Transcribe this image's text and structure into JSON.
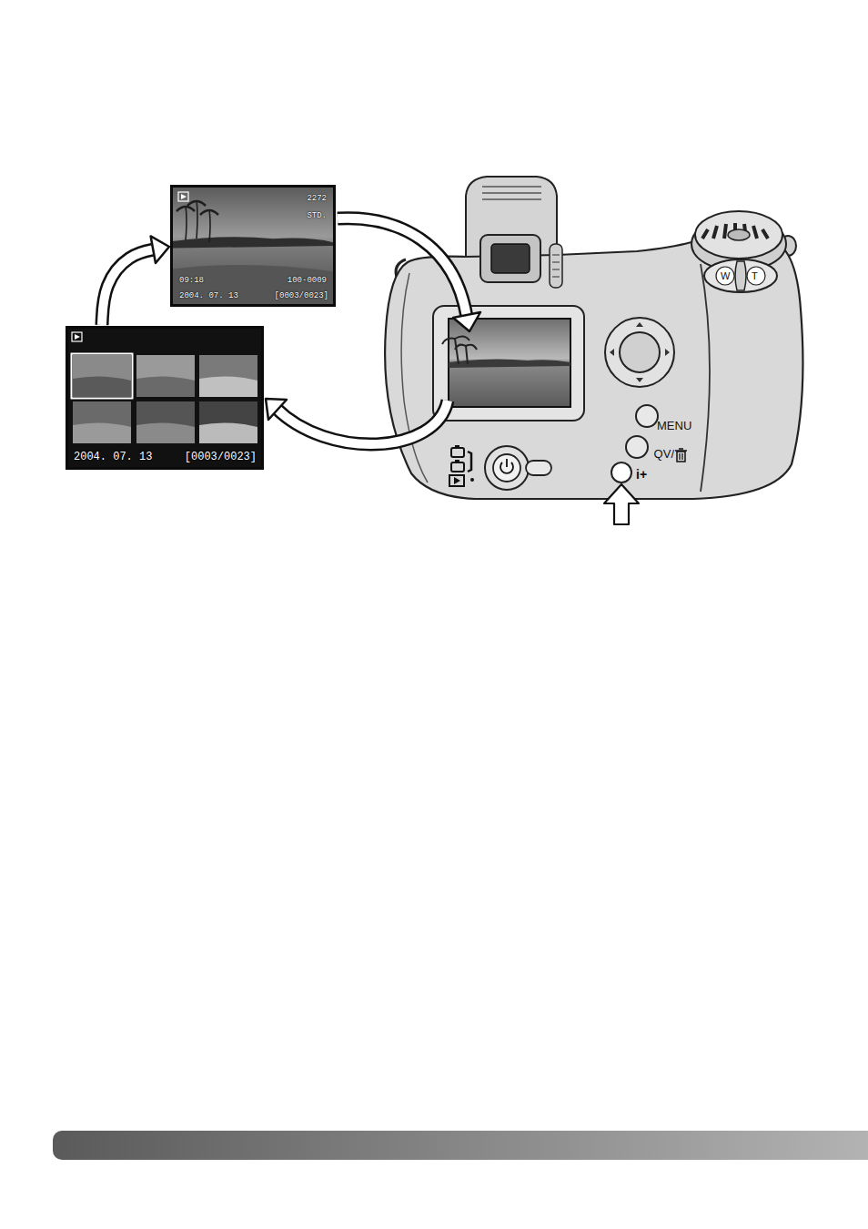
{
  "diagram": {
    "nodes": [
      {
        "text": [
          "2272",
          "STD.",
          "09:18",
          "100-0009",
          "2004. 07. 13",
          "[0003/0023]"
        ]
      },
      {
        "text": [
          "2004. 07. 13",
          "[0003/0023]"
        ]
      }
    ],
    "edges": [
      {
        "from": 1,
        "to": 0,
        "arrow": "to"
      }
    ],
    "labels": [
      "MENU",
      "QV/",
      "i+",
      "W",
      "T"
    ]
  }
}
